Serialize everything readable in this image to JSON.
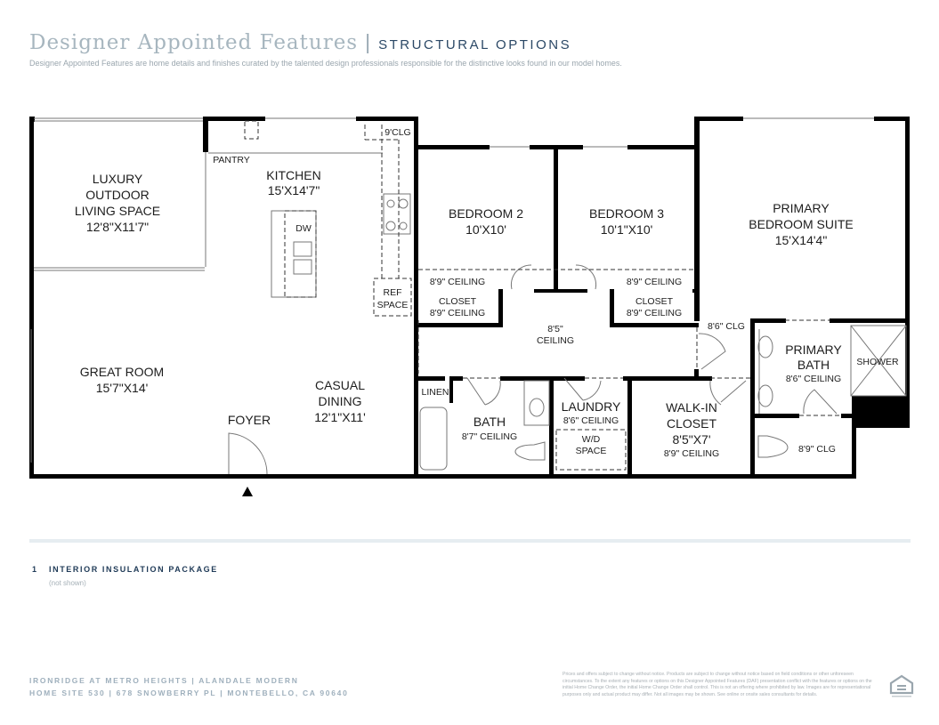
{
  "header": {
    "title": "Designer Appointed Features",
    "separator": "|",
    "subtitle": "STRUCTURAL OPTIONS",
    "description": "Designer Appointed Features are home details and finishes curated by the talented design professionals responsible for the distinctive looks found in our model homes."
  },
  "plan": {
    "outdoor": {
      "name1": "LUXURY",
      "name2": "OUTDOOR",
      "name3": "LIVING SPACE",
      "size": "12'8\"X11'7\""
    },
    "pantry": "PANTRY",
    "kitchen": {
      "name": "KITCHEN",
      "size": "15'X14'7\""
    },
    "dw": "DW",
    "kitchen_clg": "9'CLG",
    "ref": {
      "l1": "REF",
      "l2": "SPACE"
    },
    "great_room": {
      "name": "GREAT ROOM",
      "size": "15'7\"X14'"
    },
    "casual_dining": {
      "name1": "CASUAL",
      "name2": "DINING",
      "size": "12'1\"X11'"
    },
    "foyer": "FOYER",
    "bedroom2": {
      "name": "BEDROOM 2",
      "size": "10'X10'",
      "ceiling": "8'9\" CEILING",
      "closet": "CLOSET",
      "closet_ceiling": "8'9\" CEILING"
    },
    "bedroom3": {
      "name": "BEDROOM 3",
      "size": "10'1\"X10'",
      "ceiling": "8'9\" CEILING",
      "closet": "CLOSET",
      "closet_ceiling": "8'9\" CEILING"
    },
    "hall": {
      "l1": "8'5\"",
      "l2": "CEILING"
    },
    "linen": "LINEN",
    "bath": {
      "name": "BATH",
      "ceiling": "8'7\" CEILING"
    },
    "laundry": {
      "name": "LAUNDRY",
      "ceiling": "8'6\" CEILING",
      "wd1": "W/D",
      "wd2": "SPACE"
    },
    "walkin": {
      "name1": "WALK-IN",
      "name2": "CLOSET",
      "size": "8'5\"X7'",
      "ceiling": "8'9\" CEILING"
    },
    "walkin_clg": "8'6\" CLG",
    "primary": {
      "name1": "PRIMARY",
      "name2": "BEDROOM SUITE",
      "size": "15'X14'4\""
    },
    "primary_bath": {
      "name1": "PRIMARY",
      "name2": "BATH",
      "ceiling": "8'6\" CEILING"
    },
    "shower": "SHOWER",
    "wc_clg": "8'9\" CLG"
  },
  "options": [
    {
      "number": "1",
      "label": "INTERIOR INSULATION PACKAGE",
      "note": "(not shown)"
    }
  ],
  "footer": {
    "line1": "IRONRIDGE AT METRO HEIGHTS | ALANDALE MODERN",
    "line2": "HOME SITE 530 | 678 SNOWBERRY PL | MONTEBELLO, CA 90640",
    "disclaimer": "Prices and offers subject to change without notice. Products are subject to change without notice based on field conditions or other unforeseen circumstances. To the extent any features or options on this Designer Appointed Features (DAF) presentation conflict with the features or options on the initial Home Change Order, the initial Home Change Order shall control. This is not an offering where prohibited by law. Images are for representational purposes only and actual product may differ. Not all images may be shown. See online or onsite sales consultants for details.",
    "logo_text": "EQUAL HOUSING OPPORTUNITY"
  }
}
